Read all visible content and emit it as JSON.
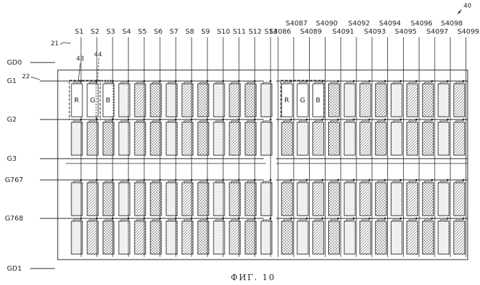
{
  "figure": {
    "ref_number": "40",
    "caption": "ФИГ. 10",
    "ref_source_line": "21",
    "ref_gate_line": "22",
    "ref_pixel_group": "43",
    "ref_pixel_group_dashed": "44"
  },
  "gate_labels": [
    "GD0",
    "G1",
    "G2",
    "G3",
    "G767",
    "G768",
    "GD1"
  ],
  "source_labels_left": [
    "S1",
    "S2",
    "S3",
    "S4",
    "S5",
    "S6",
    "S7",
    "S8",
    "S9",
    "S10",
    "S11",
    "S12",
    "S13"
  ],
  "source_labels_right_upper": [
    "S4087",
    "S4090",
    "S4092",
    "S4094",
    "S4096",
    "S4098"
  ],
  "source_labels_right_lower": [
    "S4086",
    "S4089",
    "S4091",
    "S4093",
    "S4095",
    "S4097",
    "S4099"
  ],
  "pixel_letters": [
    "R",
    "G",
    "B"
  ],
  "colors": {
    "line": "#222222",
    "hatch": "#555555",
    "dots": "#666666"
  }
}
